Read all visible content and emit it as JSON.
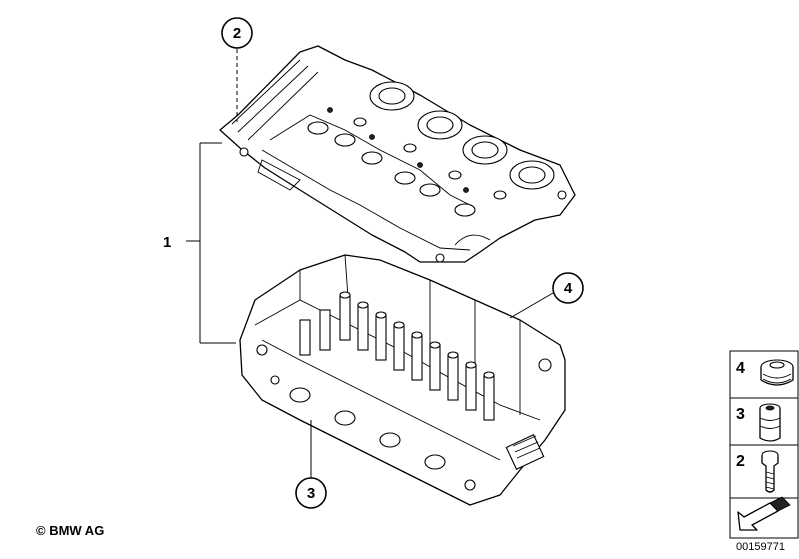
{
  "callouts": [
    {
      "id": "1",
      "label": "1"
    },
    {
      "id": "2",
      "label": "2"
    },
    {
      "id": "3",
      "label": "3"
    },
    {
      "id": "4",
      "label": "4"
    }
  ],
  "legend": [
    {
      "label": "4",
      "icon": "screw-plug-icon"
    },
    {
      "label": "3",
      "icon": "bushing-icon"
    },
    {
      "label": "2",
      "icon": "bolt-icon"
    }
  ],
  "arrow_icon": "direction-arrow-icon",
  "copyright": "© BMW AG",
  "doc_number": "00159771"
}
